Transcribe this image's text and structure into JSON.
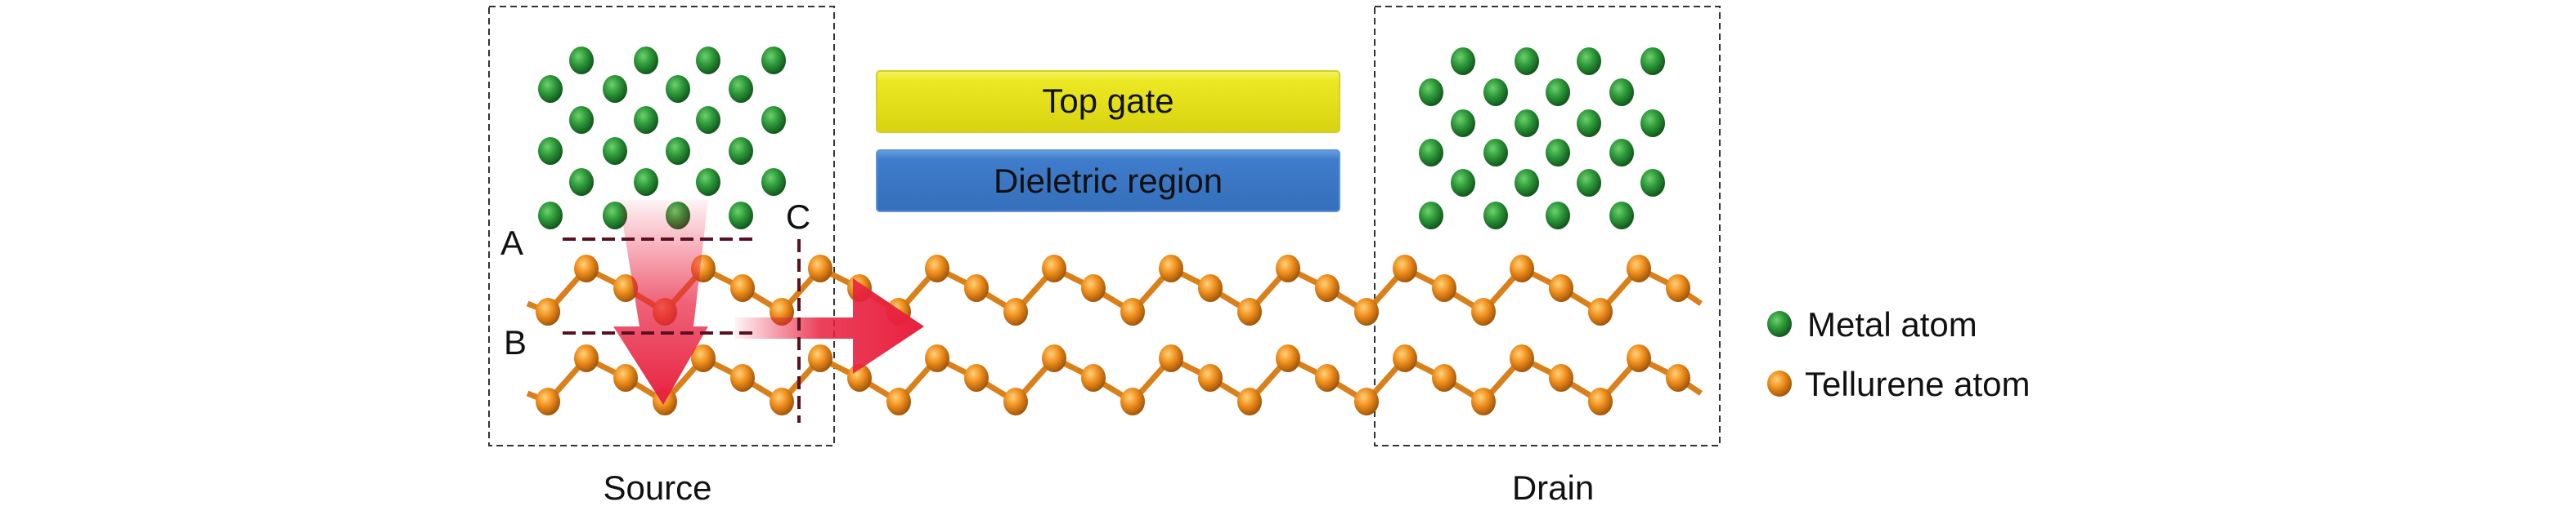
{
  "regions": {
    "source_label": "Source",
    "drain_label": "Drain",
    "top_gate_label": "Top gate",
    "dielectric_label": "Dieletric region"
  },
  "markers": {
    "a": "A",
    "b": "B",
    "c": "C"
  },
  "legend": {
    "items": [
      {
        "label": "Metal atom",
        "icon": "green-sphere-icon",
        "color": "#2e9a3a"
      },
      {
        "label": "Tellurene atom",
        "icon": "orange-sphere-icon",
        "color": "#f0901e"
      }
    ]
  },
  "colors": {
    "top_gate": "#ece924",
    "dielectric": "#3f7ccb",
    "arrow": "#e8203f",
    "dashed_marker": "#5a1020",
    "bond": "#d9801a"
  }
}
